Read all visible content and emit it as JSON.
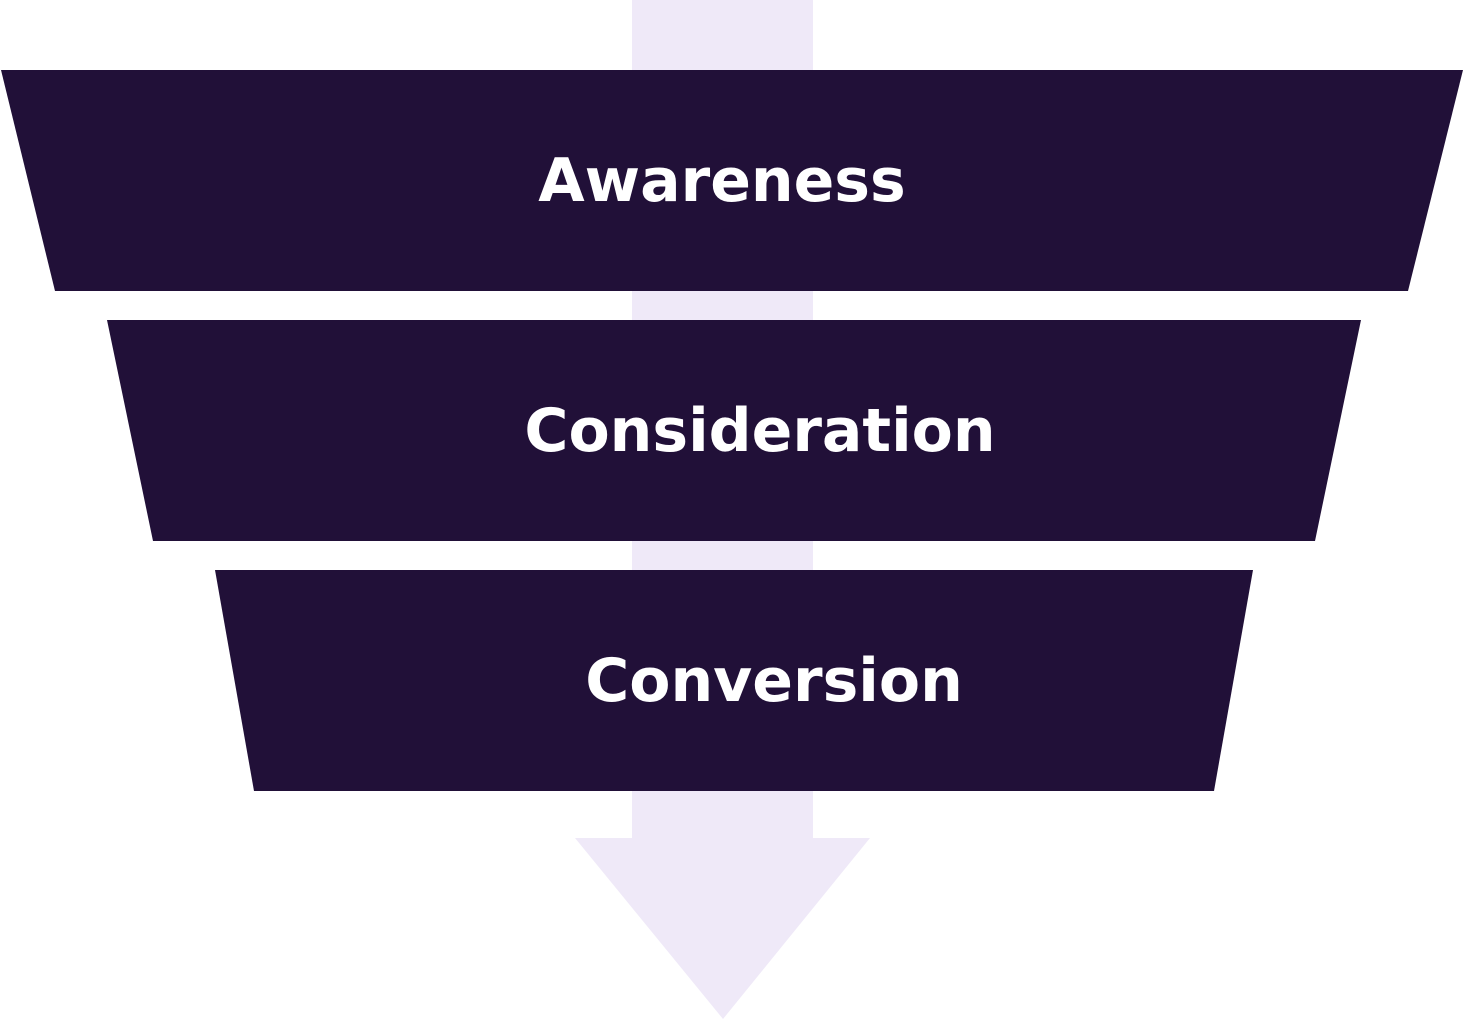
{
  "colors": {
    "background": "#ffffff",
    "arrow": "#efe9f8",
    "stage_fill": "#211038",
    "stage_text": "#ffffff"
  },
  "funnel": {
    "stages": [
      {
        "label": "Awareness"
      },
      {
        "label": "Consideration"
      },
      {
        "label": "Conversion"
      }
    ],
    "arrow_icon": "down-arrow-icon"
  }
}
